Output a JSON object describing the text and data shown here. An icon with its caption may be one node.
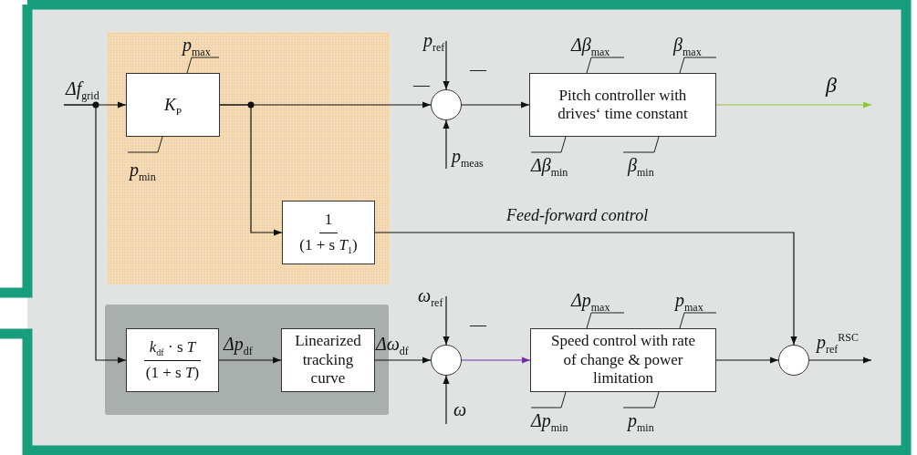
{
  "diagram": {
    "nodes": [
      {
        "text": [],
        "shape": "box"
      },
      {
        "text": [
          "*K*$_{P}$"
        ],
        "in": 0,
        "beside": [
          "p$_{max}$",
          "p$_{min}$"
        ]
      },
      {
        "text": [
          "1",
          "(1 + s *T*$_{1}$)"
        ],
        "in": 0
      },
      {
        "text": [],
        "shape": "box"
      },
      {
        "text": [
          "*k*$_{df}$ · s *T*",
          "(1 + s *T*)"
        ],
        "in": 3
      },
      {
        "text": [
          "Linearized tracking curve"
        ],
        "in": 3
      },
      {
        "text": [],
        "shape": "circle"
      },
      {
        "text": [
          "Pitch controller with drives‘ time constant"
        ],
        "beside": [
          "Δβ$_{max}$",
          "β$_{max}$",
          "Δβ$_{min}$",
          "β$_{min}$"
        ]
      },
      {
        "text": [],
        "shape": "circle"
      },
      {
        "text": [
          "Speed control with rate of change & power limitation"
        ],
        "beside": [
          "Δp$_{max}$",
          "p$_{max}$",
          "Δp$_{min}$",
          "p$_{min}$"
        ]
      },
      {
        "text": [],
        "shape": "circle"
      }
    ],
    "edges": [
      {
        "from": null,
        "to": 1,
        "arrow": "to",
        "label": "Δf$_{grid}$"
      },
      {
        "from": null,
        "to": 4,
        "arrow": "to"
      },
      {
        "from": 1,
        "to": 6,
        "arrow": "to"
      },
      {
        "from": 1,
        "to": 2,
        "arrow": "to"
      },
      {
        "from": 2,
        "to": 10,
        "arrow": "to",
        "label": "Feed-forward control"
      },
      {
        "from": 6,
        "to": 7,
        "arrow": "to"
      },
      {
        "from": 7,
        "to": null,
        "arrow": "to",
        "label": "β",
        "color": "#8cc63f"
      },
      {
        "from": null,
        "to": 6,
        "arrow": "to",
        "label": "p$_{ref}$"
      },
      {
        "from": null,
        "to": 6,
        "arrow": "to",
        "label": "p$_{meas}$"
      },
      {
        "from": 4,
        "to": 5,
        "arrow": "to",
        "label": "Δp$_{df}$"
      },
      {
        "from": 5,
        "to": 8,
        "arrow": "to",
        "label": "Δω$_{df}$"
      },
      {
        "from": null,
        "to": 8,
        "arrow": "to",
        "label": "ω$_{ref}$"
      },
      {
        "from": null,
        "to": 8,
        "arrow": "to",
        "label": "ω"
      },
      {
        "from": 8,
        "to": 9,
        "arrow": "to",
        "color": "#7030a0"
      },
      {
        "from": 9,
        "to": 10,
        "arrow": "to"
      },
      {
        "from": 10,
        "to": null,
        "arrow": "to",
        "label": "p$_{ref}$$^{RSC}$"
      }
    ],
    "labels": [
      "—",
      "—",
      "—"
    ]
  }
}
